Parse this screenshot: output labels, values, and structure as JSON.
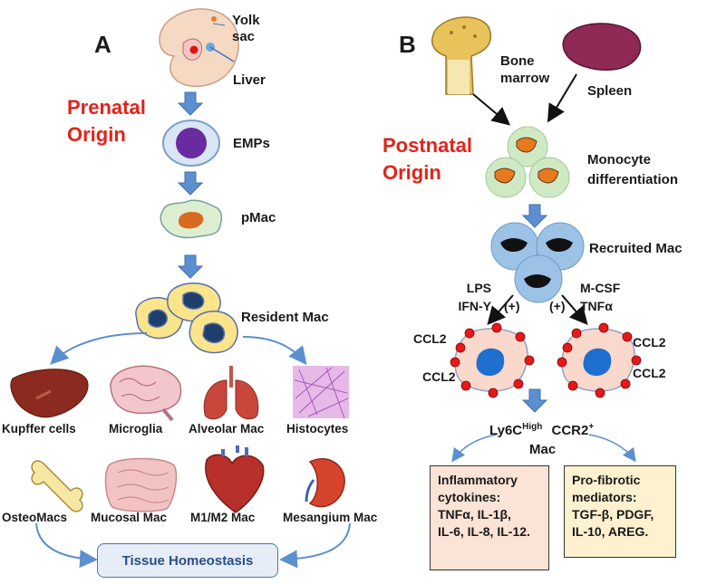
{
  "panel_a": {
    "letter": "A",
    "origin_line1": "Prenatal",
    "origin_line2": "Origin",
    "yolk_line1": "Yolk",
    "yolk_line2": "sac",
    "liver": "Liver",
    "emps": "EMPs",
    "pmac": "pMac",
    "resident_mac": "Resident Mac",
    "tissues_row1": [
      "Kupffer cells",
      "Microglia",
      "Alveolar Mac",
      "Histocytes"
    ],
    "tissues_row2": [
      "OsteoMacs",
      "Mucosal Mac",
      "M1/M2 Mac",
      "Mesangium Mac"
    ],
    "tissue_homeostasis": "Tissue Homeostasis"
  },
  "panel_b": {
    "letter": "B",
    "origin_line1": "Postnatal",
    "origin_line2": "Origin",
    "bone_line1": "Bone",
    "bone_line2": "marrow",
    "spleen": "Spleen",
    "monocyte_line1": "Monocyte",
    "monocyte_line2": "differentiation",
    "recruited_mac": "Recruited Mac",
    "left_stim_line1": "LPS",
    "left_stim_line2": "IFN-Y",
    "right_stim_line1": "M-CSF",
    "right_stim_line2": "TNFα",
    "plus": "(+)",
    "ccl2": "CCL2",
    "ly6c_base": "Ly6C",
    "ly6c_sup": "High",
    "ccr2_base": "CCR2",
    "ccr2_sup": "+",
    "mac": "Mac",
    "inflammatory": [
      "Inflammatory",
      "cytokines:",
      "TNFα, IL-1β,",
      "IL-6, IL-8, IL-12."
    ],
    "profibrotic": [
      "Pro-fibrotic",
      "mediators:",
      "TGF-β, PDGF,",
      "IL-10, AREG."
    ]
  },
  "colors": {
    "origin_red": "#e2231a",
    "arrow_blue": "#5b8fd0",
    "inflammatory_box": "#fbe3d6",
    "profibrotic_box": "#fdf1cf",
    "homeostasis_box": "#e6edf7"
  }
}
